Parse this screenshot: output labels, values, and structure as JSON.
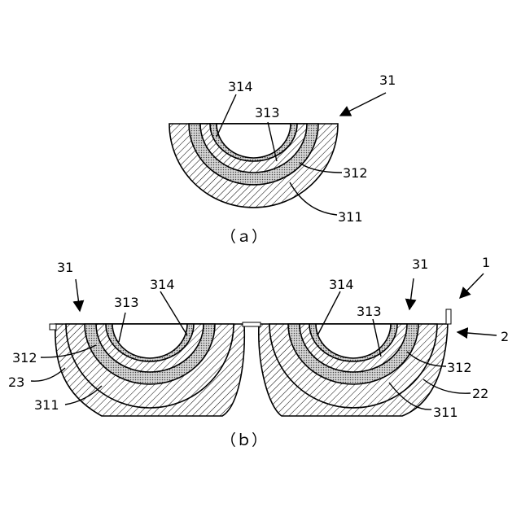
{
  "figure_a": {
    "caption": "（ａ）",
    "labels": {
      "p31": "31",
      "p314": "314",
      "p313": "313",
      "p312": "312",
      "p311": "311"
    }
  },
  "figure_b": {
    "caption": "（ｂ）",
    "labels": {
      "l31": "31",
      "l313": "313",
      "l314": "314",
      "l312": "312",
      "l23": "23",
      "l311": "311",
      "r314": "314",
      "r31": "31",
      "r313": "313",
      "r312": "312",
      "r22": "22",
      "r311": "311",
      "p1": "1",
      "p2": "2"
    }
  }
}
